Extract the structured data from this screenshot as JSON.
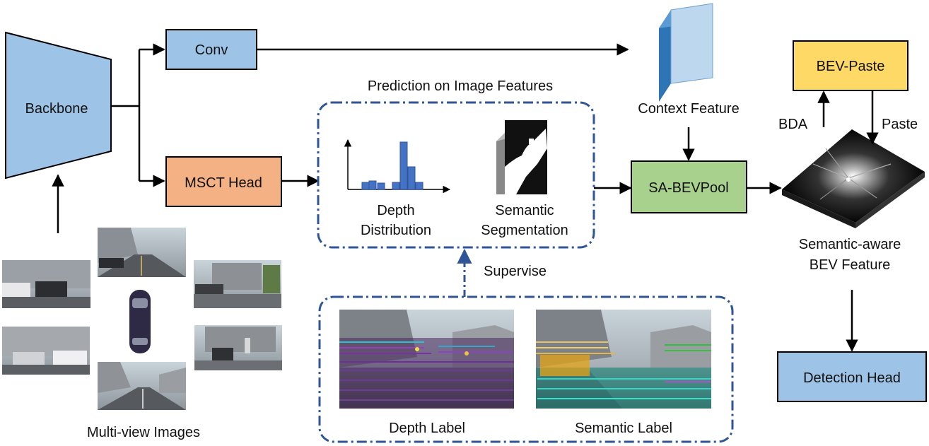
{
  "blocks": {
    "backbone": "Backbone",
    "conv": "Conv",
    "msct_head": "MSCT Head",
    "sa_bevpool": "SA-BEVPool",
    "bev_paste": "BEV-Paste",
    "detection_head": "Detection Head"
  },
  "labels": {
    "context_feature": "Context Feature",
    "prediction_title": "Prediction on Image Features",
    "depth_distribution_1": "Depth",
    "depth_distribution_2": "Distribution",
    "semantic_segmentation_1": "Semantic",
    "semantic_segmentation_2": "Segmentation",
    "supervise": "Supervise",
    "depth_label": "Depth Label",
    "semantic_label": "Semantic Label",
    "bda": "BDA",
    "paste": "Paste",
    "bev_feature_1": "Semantic-aware",
    "bev_feature_2": "BEV Feature",
    "multi_view_images": "Multi-view Images"
  },
  "colors": {
    "blue_block": "#9dc3e6",
    "orange_block": "#f4b183",
    "green_block": "#a9d18e",
    "yellow_block": "#ffd966",
    "dashed_border": "#2f5597",
    "histogram_bar": "#4472c4"
  }
}
